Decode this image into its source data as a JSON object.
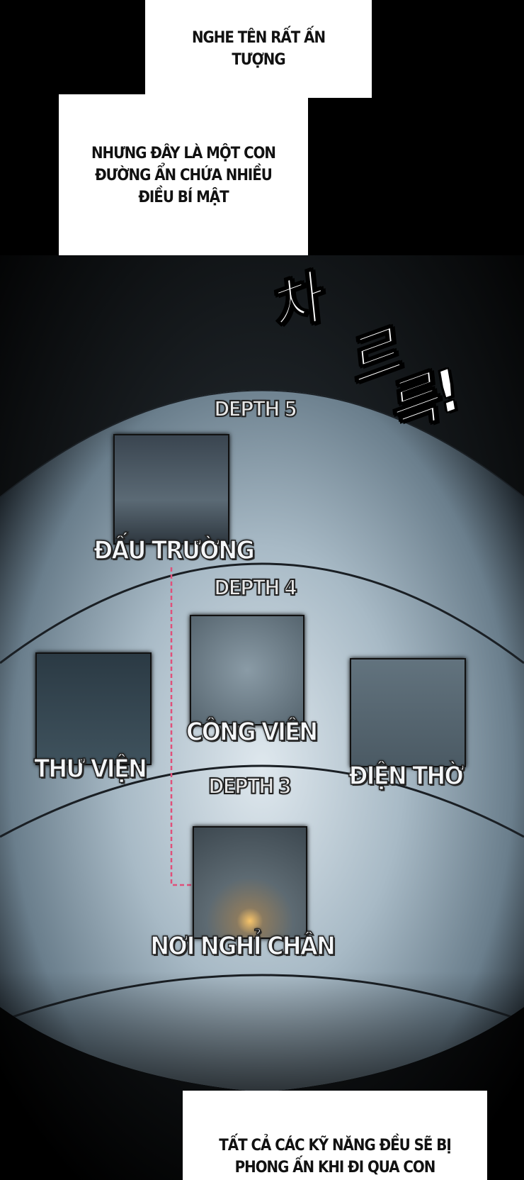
{
  "captions": {
    "top": [
      "NGHE TÊN RẤT ẤN",
      "TƯỢNG"
    ],
    "middle": [
      "NHƯNG ĐÂY LÀ MỘT CON",
      "ĐƯỜNG ẨN CHỨA NHIỀU",
      "ĐIỀU BÍ MẬT"
    ],
    "bottom": [
      "TẤT CẢ CÁC KỸ NĂNG ĐỀU SẼ BỊ",
      "PHONG ẤN KHI ĐI QUA CON"
    ]
  },
  "sfx": [
    "차",
    "르",
    "륵!"
  ],
  "map": {
    "depths": {
      "d5": "DEPTH 5",
      "d4": "DEPTH 4",
      "d3": "DEPTH 3"
    },
    "locations": {
      "arena": "ĐẤU TRƯỜNG",
      "park": "CÔNG VIÊN",
      "library": "THƯ VIỆN",
      "shrine": "ĐIỆN THỜ",
      "rest": "NƠI NGHỈ CHÂN"
    },
    "path_color": "#e0507a"
  }
}
